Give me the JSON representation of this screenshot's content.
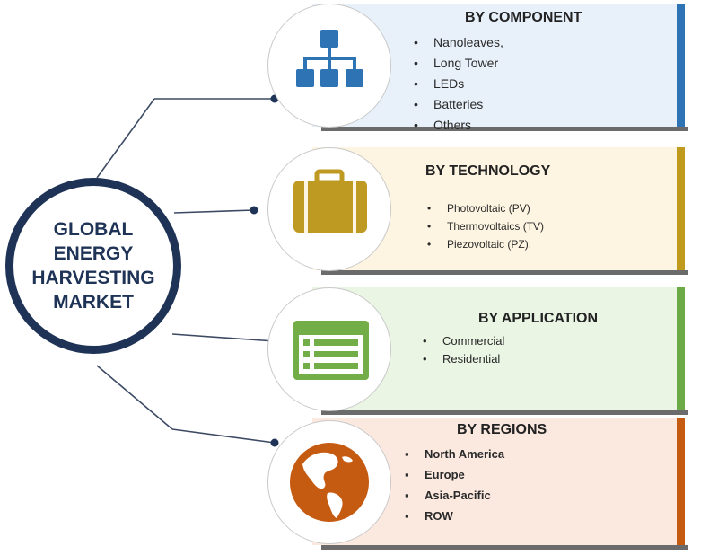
{
  "center": {
    "line1": "GLOBAL",
    "line2": "ENERGY",
    "line3": "HARVESTING",
    "line4": "MARKET"
  },
  "sections": [
    {
      "title": "BY COMPONENT",
      "items": [
        "Nanoleaves,",
        "Long Tower",
        "LEDs",
        "Batteries",
        "Others"
      ],
      "icon": "hierarchy-icon",
      "bg_color": "#e8f0fa",
      "accent_color": "#2e74b5",
      "icon_color": "#2e74b5"
    },
    {
      "title": "BY TECHNOLOGY",
      "items": [
        "Photovoltaic (PV)",
        "Thermovoltaics (TV)",
        "Piezovoltaic (PZ)."
      ],
      "icon": "briefcase-icon",
      "bg_color": "#fdf4e1",
      "accent_color": "#c09a1d",
      "icon_color": "#bf9a22"
    },
    {
      "title": "BY APPLICATION",
      "items": [
        "Commercial",
        "Residential"
      ],
      "icon": "list-window-icon",
      "bg_color": "#eaf5e4",
      "accent_color": "#6aab45",
      "icon_color": "#72ad47"
    },
    {
      "title": "BY REGIONS",
      "items": [
        "North America",
        "Europe",
        "Asia-Pacific",
        "ROW"
      ],
      "icon": "globe-icon",
      "bg_color": "#fbe9e0",
      "accent_color": "#c55a11",
      "icon_color": "#c55a11"
    }
  ],
  "colors": {
    "hub_border": "#1e3356",
    "hub_text": "#1e3356",
    "connector": "#3c4a63"
  }
}
